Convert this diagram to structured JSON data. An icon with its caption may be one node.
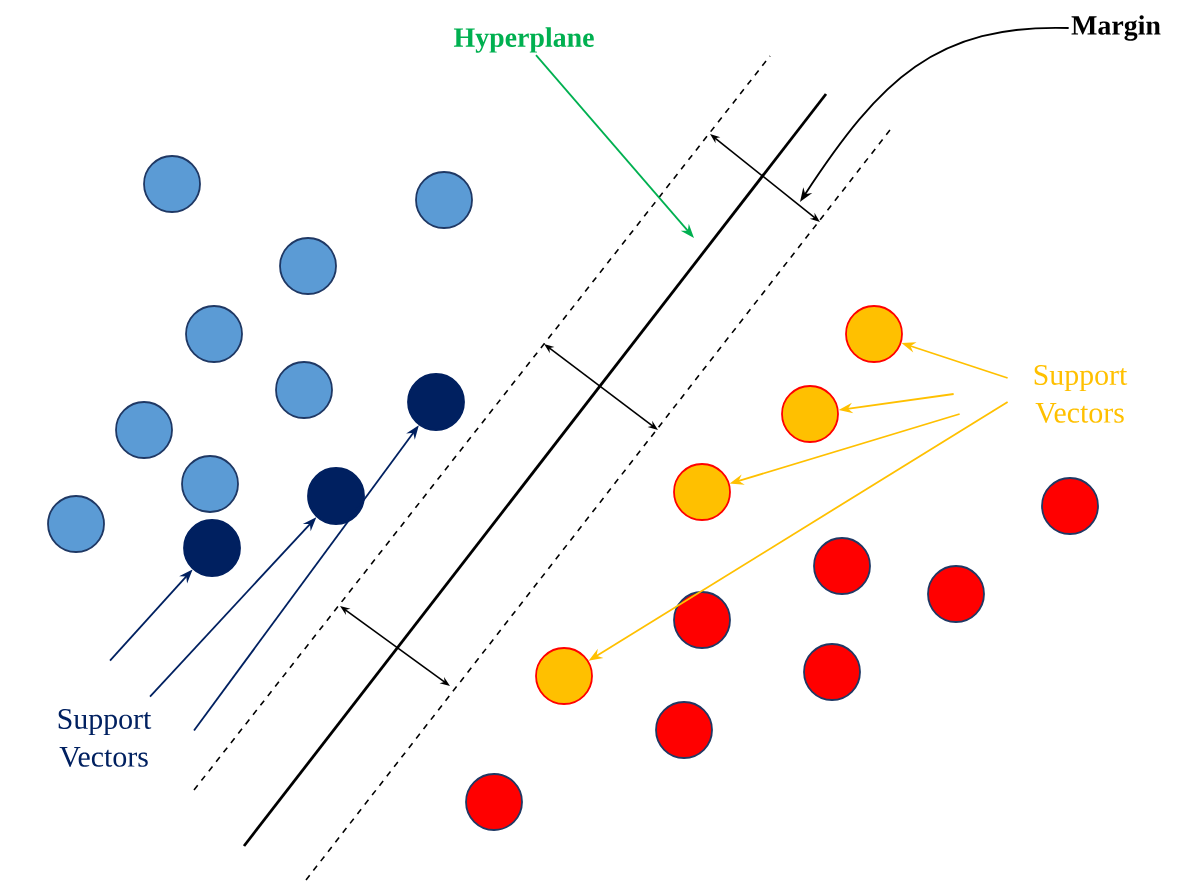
{
  "diagram": {
    "nodes": [
      {
        "text": [
          "Hyperplane"
        ]
      },
      {
        "text": [
          "Margin"
        ]
      },
      {
        "text": [
          "Support Vectors"
        ]
      },
      {
        "text": [
          "Support Vectors"
        ]
      },
      {
        "text": [],
        "shape": "circle"
      },
      {
        "text": [],
        "shape": "circle"
      },
      {
        "text": [],
        "shape": "circle"
      },
      {
        "text": [],
        "shape": "circle"
      },
      {
        "text": [],
        "shape": "circle"
      },
      {
        "text": [],
        "shape": "circle"
      },
      {
        "text": [],
        "shape": "circle"
      },
      {
        "text": [],
        "shape": "circle"
      },
      {
        "text": [],
        "shape": "circle"
      },
      {
        "text": [],
        "shape": "circle"
      },
      {
        "text": [],
        "shape": "circle"
      },
      {
        "text": [],
        "shape": "circle"
      },
      {
        "text": [],
        "shape": "circle"
      },
      {
        "text": [],
        "shape": "circle"
      },
      {
        "text": [],
        "shape": "circle"
      },
      {
        "text": [],
        "shape": "circle"
      },
      {
        "text": [],
        "shape": "circle"
      },
      {
        "text": [],
        "shape": "circle"
      },
      {
        "text": [],
        "shape": "circle"
      },
      {
        "text": [],
        "shape": "circle"
      },
      {
        "text": [],
        "shape": "circle"
      },
      {
        "text": [],
        "shape": "circle"
      }
    ],
    "edges": [
      {
        "from": 2,
        "to": 18,
        "arrow": "to",
        "color": "#002060"
      },
      {
        "from": 2,
        "to": 15,
        "arrow": "to",
        "color": "#002060"
      },
      {
        "from": 2,
        "to": 10,
        "arrow": "to",
        "color": "#002060"
      },
      {
        "from": 3,
        "to": 8,
        "arrow": "to"
      },
      {
        "from": 3,
        "to": 11,
        "arrow": "to"
      },
      {
        "from": 3,
        "to": 14,
        "arrow": "to"
      },
      {
        "from": 3,
        "to": 23,
        "arrow": "to"
      },
      {
        "from": 0,
        "to": null,
        "arrow": "to",
        "color": "#00b050"
      },
      {
        "from": 1,
        "to": null,
        "arrow": "to",
        "color": "#000000"
      }
    ]
  }
}
